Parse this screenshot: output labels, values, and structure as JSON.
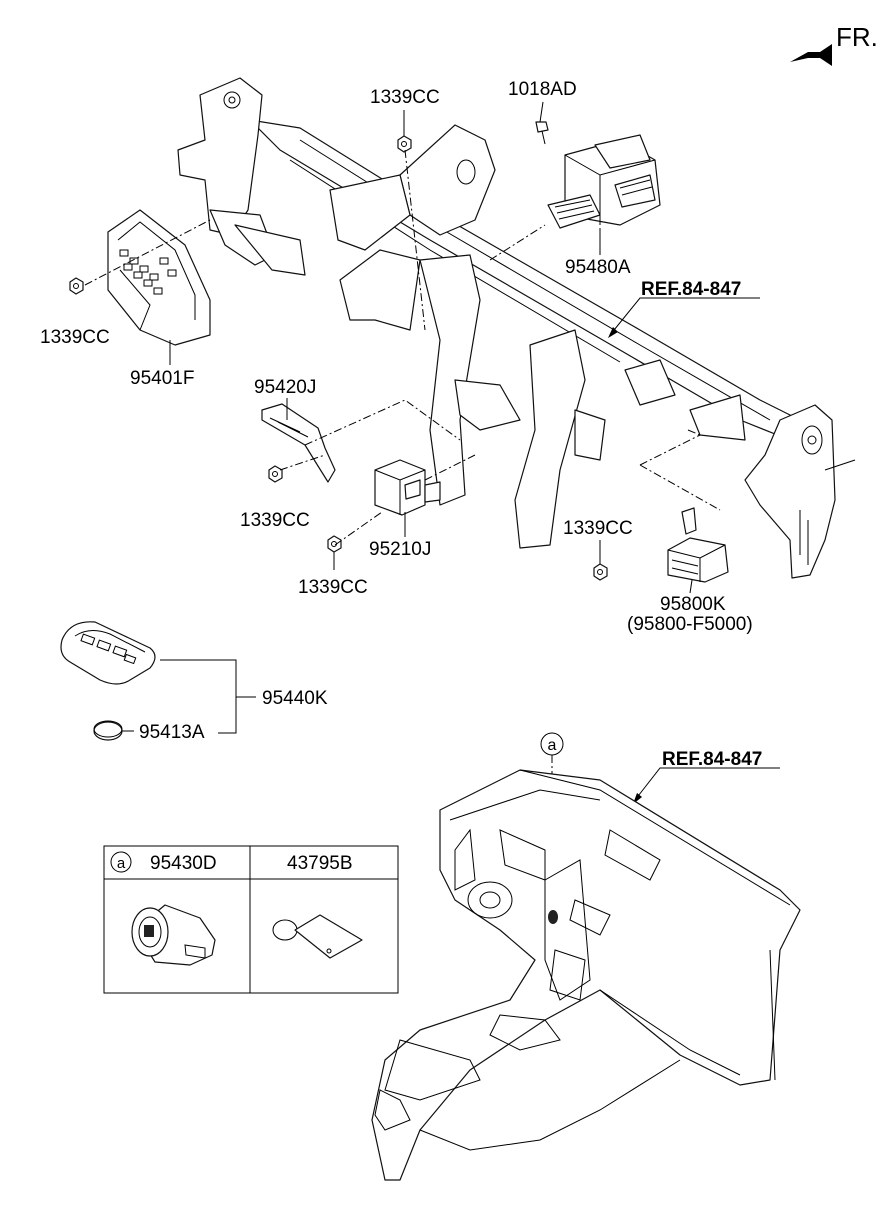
{
  "orientation": {
    "label": "FR."
  },
  "parts": {
    "p1339cc_top": "1339CC",
    "p1018ad": "1018AD",
    "p95480a": "95480A",
    "p1339cc_left": "1339CC",
    "p95401f": "95401F",
    "ref_top": "REF.84-847",
    "p95420j": "95420J",
    "p1339cc_mid": "1339CC",
    "p95210j": "95210J",
    "p1339cc_low": "1339CC",
    "p1339cc_right": "1339CC",
    "p95800k": "95800K",
    "p95800k_alt": "(95800-F5000)",
    "p95440k": "95440K",
    "p95413a": "95413A",
    "ref_bottom": "REF.84-847",
    "callout_a": "a"
  },
  "table": {
    "marker": "a",
    "col1": "95430D",
    "col2": "43795B"
  }
}
